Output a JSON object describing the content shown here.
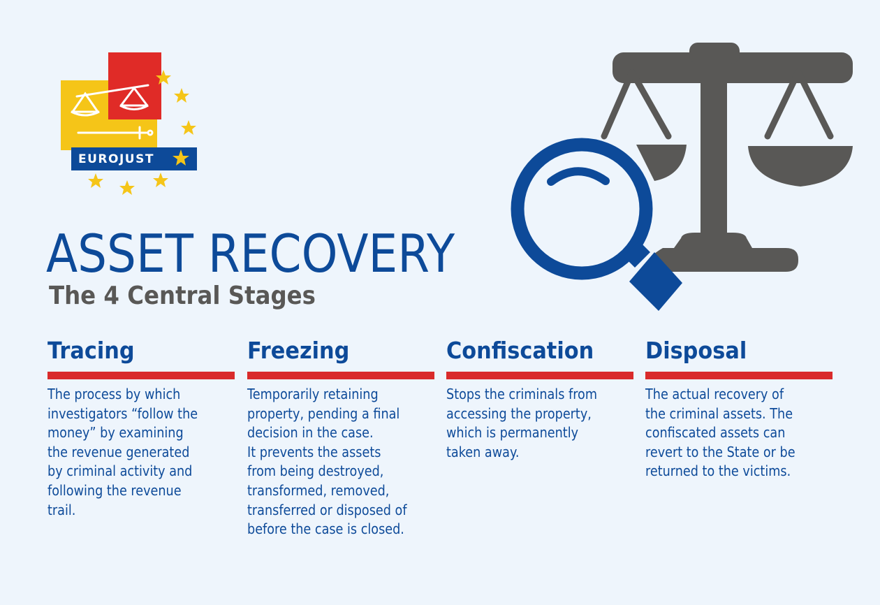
{
  "logo": {
    "text": "EUROJUST",
    "icon": "scales-of-justice-stars-logo",
    "colors": {
      "yellow": "#f5c518",
      "red": "#e02b27",
      "blue": "#0d4a99"
    }
  },
  "illustration": {
    "icons": [
      "scales-of-justice-icon",
      "magnifying-glass-icon"
    ],
    "colors": {
      "scales": "#595856",
      "magnifier": "#0d4a99"
    }
  },
  "title": "ASSET RECOVERY",
  "subtitle": "The 4 Central Stages",
  "stages": [
    {
      "title": "Tracing",
      "description": "The process by which\ninvestigators “follow the\nmoney” by examining\nthe revenue generated\nby criminal activity and\nfollowing the revenue\ntrail."
    },
    {
      "title": "Freezing",
      "description": "Temporarily retaining\nproperty, pending a final\ndecision in the case.\nIt prevents the assets\nfrom being destroyed,\ntransformed, removed,\ntransferred or disposed of\nbefore the case is closed."
    },
    {
      "title": "Confiscation",
      "description": "Stops the criminals from\naccessing the property,\nwhich is permanently\ntaken away."
    },
    {
      "title": "Disposal",
      "description": "The actual recovery of\nthe criminal assets. The\nconfiscated assets can\nrevert to the State or be\nreturned to the victims."
    }
  ],
  "colors": {
    "background": "#eef5fc",
    "primary_blue": "#0d4a99",
    "accent_red": "#d92b2b",
    "gray": "#595856"
  }
}
